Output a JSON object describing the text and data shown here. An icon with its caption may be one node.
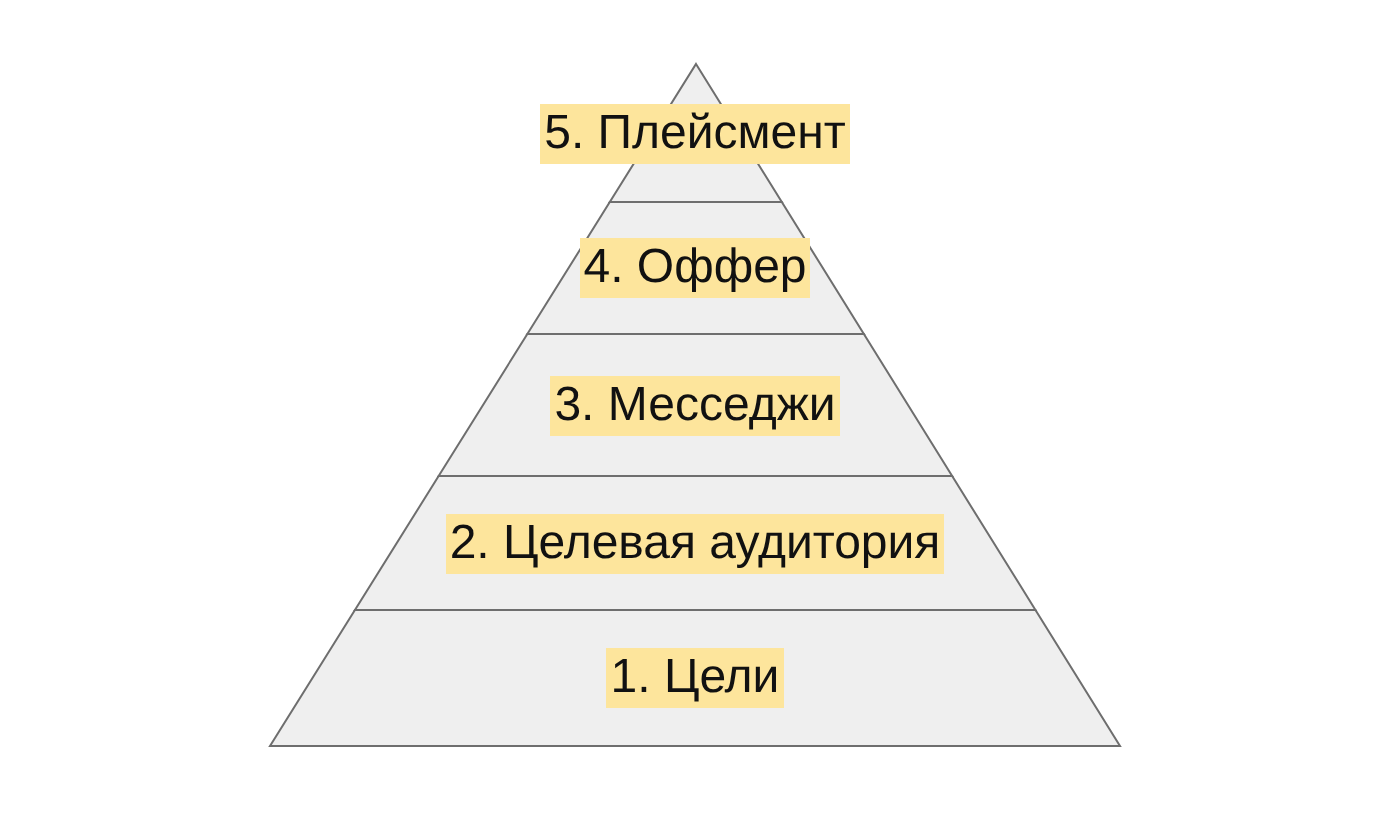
{
  "diagram": {
    "nodes": [
      {
        "text": [
          "5. Плейсмент"
        ]
      },
      {
        "text": [
          "4. Оффер"
        ]
      },
      {
        "text": [
          "3. Месседжи"
        ]
      },
      {
        "text": [
          "2. Целевая аудитория"
        ]
      },
      {
        "text": [
          "1. Цели"
        ]
      }
    ]
  }
}
